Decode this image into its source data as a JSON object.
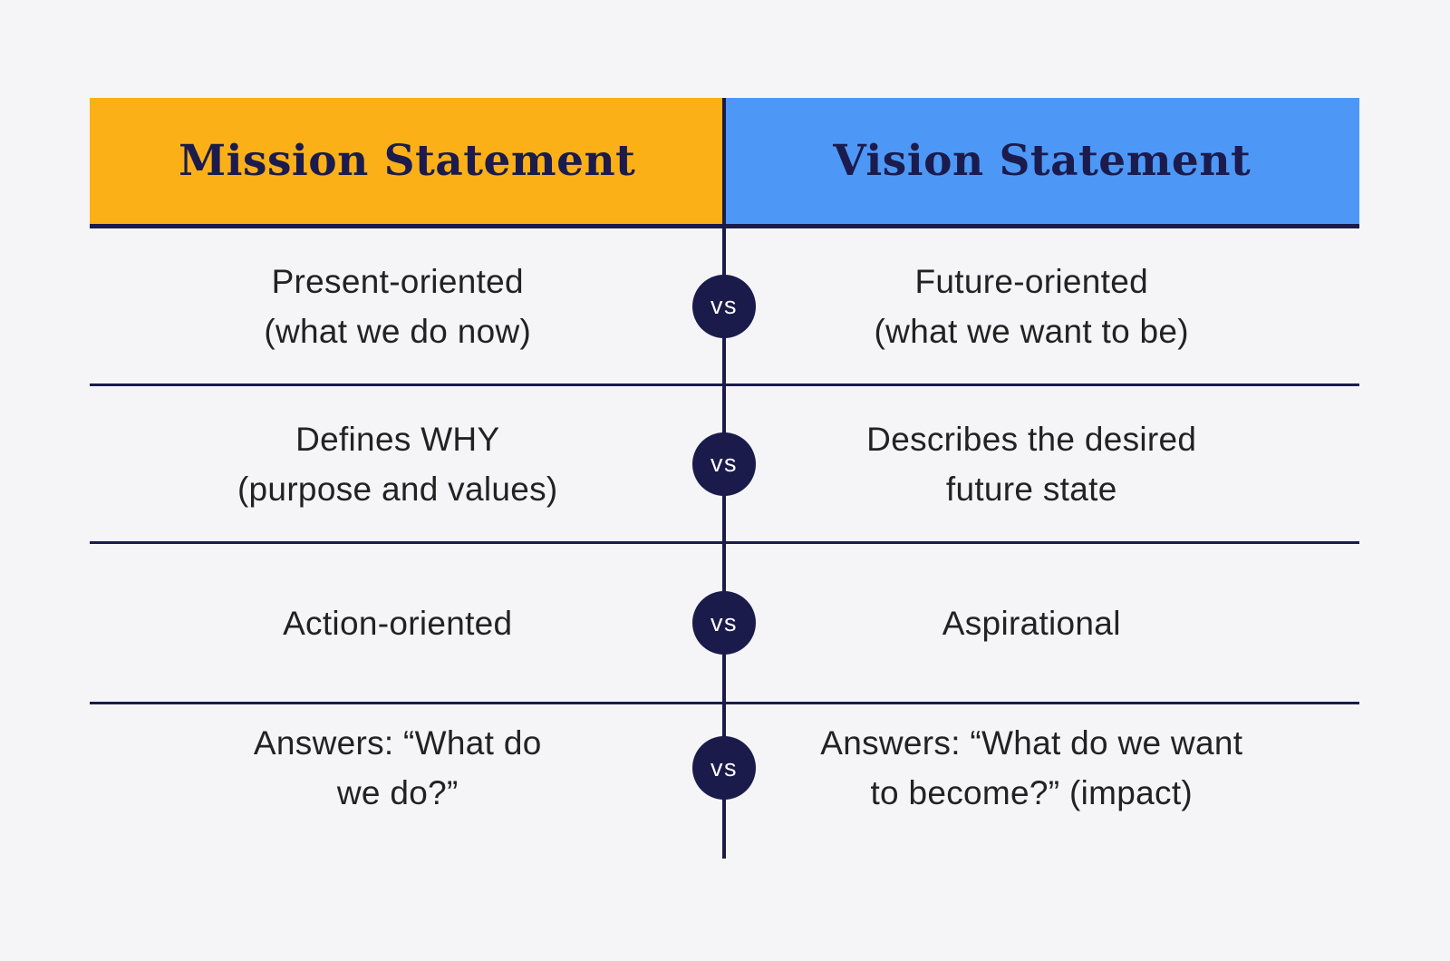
{
  "headers": {
    "mission": "Mission Statement",
    "vision": "Vision Statement"
  },
  "vs_label": "vs",
  "rows": [
    {
      "mission": "Present-oriented\n(what we do now)",
      "vision": "Future-oriented\n(what we want to be)"
    },
    {
      "mission": "Defines WHY\n(purpose and values)",
      "vision": "Describes the desired\nfuture state"
    },
    {
      "mission": "Action-oriented",
      "vision": "Aspirational"
    },
    {
      "mission": "Answers: “What do\nwe do?”",
      "vision": "Answers: “What do we want\nto become?” (impact)"
    }
  ],
  "colors": {
    "background": "#f5f5f8",
    "mission_header_bg": "#fbb017",
    "vision_header_bg": "#4d98f6",
    "header_text": "#1b1b4d",
    "line_navy": "#1a1b4b",
    "body_text": "#222222",
    "vs_bg": "#1a1b4b",
    "vs_text": "#ffffff"
  }
}
